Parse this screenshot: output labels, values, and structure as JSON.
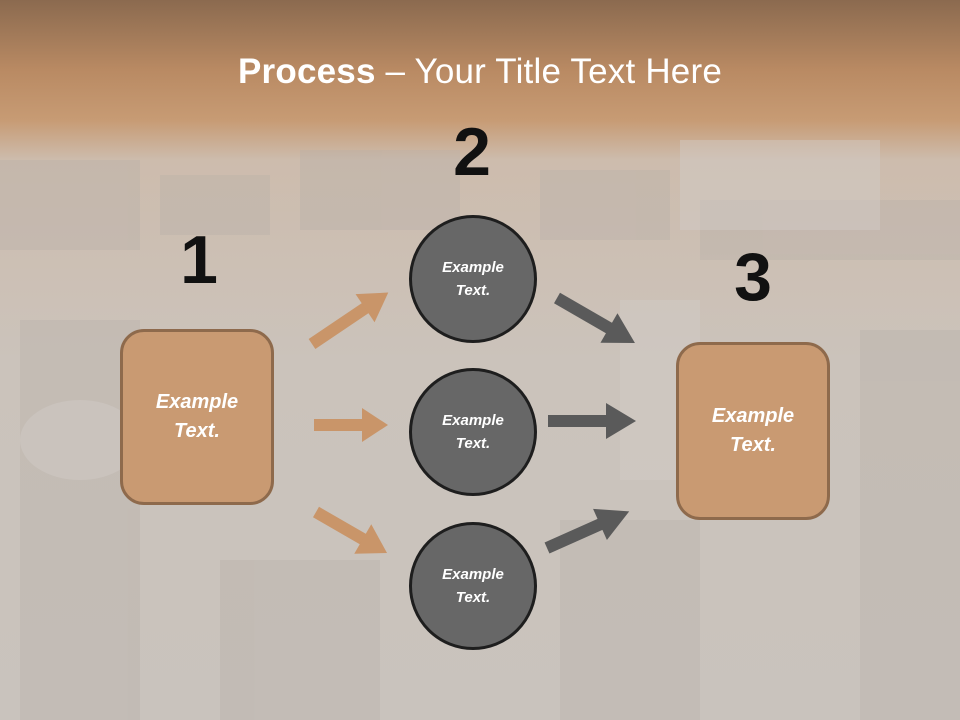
{
  "title": {
    "bold": "Process",
    "rest": " – Your Title Text Here"
  },
  "steps": [
    {
      "number": "1"
    },
    {
      "number": "2"
    },
    {
      "number": "3"
    }
  ],
  "left_box": {
    "text": "Example Text."
  },
  "right_box": {
    "text": "Example Text."
  },
  "circles": [
    {
      "text": "Example Text."
    },
    {
      "text": "Example Text."
    },
    {
      "text": "Example Text."
    }
  ],
  "colors": {
    "orange_arrow": "#c99569",
    "dark_arrow": "#5a5a5a",
    "box_fill": "#c99a72",
    "circle_fill": "#676767"
  }
}
